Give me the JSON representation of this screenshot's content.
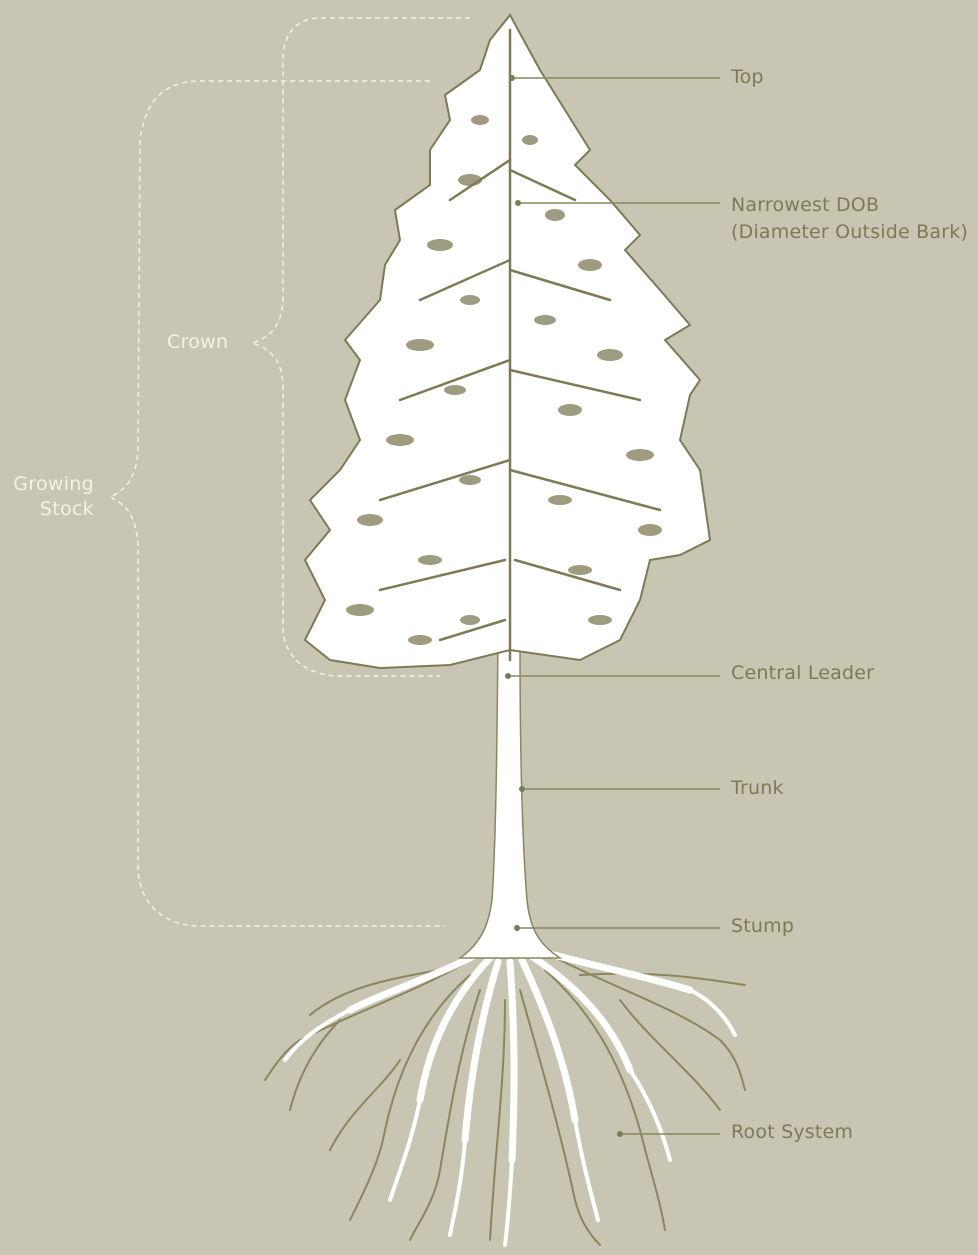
{
  "labels": {
    "top": "Top",
    "narrowest_dob_line1": "Narrowest DOB",
    "narrowest_dob_line2": "(Diameter Outside Bark)",
    "central_leader": "Central Leader",
    "trunk": "Trunk",
    "stump": "Stump",
    "root_system": "Root System",
    "crown": "Crown",
    "growing_stock_line1": "Growing",
    "growing_stock_line2": "Stock"
  },
  "colors": {
    "background": "#c8c5b2",
    "tree_fill": "#ffffff",
    "tree_dark": "#7d7a56",
    "callout_line": "#8a875f",
    "bracket_line": "#f4f2e8"
  }
}
